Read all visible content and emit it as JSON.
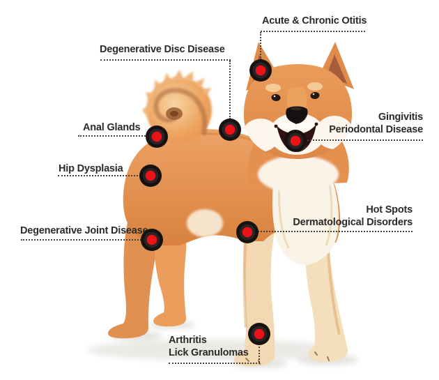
{
  "page": {
    "description": "Infographic of a standing Shiba Inu dog with red target markers indicating common health problems on body parts"
  },
  "style": {
    "label_text_color": "#2b2a29",
    "dotted_line_color": "#44403d",
    "marker_dot_color": "#ec1318",
    "marker_inner_ring_color": "#2c2424",
    "marker_outer_color": "#161210",
    "dog_orange_color": "#e08e4e",
    "dog_cream_color": "#f6e3c4",
    "dog_white_color": "#fbf5ec"
  },
  "callouts": [
    {
      "id": "acute-chronic-otitis",
      "target": "ear",
      "lines": [
        "Acute & Chronic Otitis"
      ]
    },
    {
      "id": "degenerative-disc-disease",
      "target": "spine",
      "lines": [
        "Degenerative Disc Disease"
      ]
    },
    {
      "id": "anal-glands",
      "target": "tail-base",
      "lines": [
        "Anal Glands"
      ]
    },
    {
      "id": "gingivitis-periodontal-disease",
      "target": "mouth",
      "lines": [
        "Gingivitis",
        "Periodontal Disease"
      ]
    },
    {
      "id": "hip-dysplasia",
      "target": "hip",
      "lines": [
        "Hip Dysplasia"
      ]
    },
    {
      "id": "degenerative-joint-disease",
      "target": "stifle",
      "lines": [
        "Degenerative Joint Disease"
      ]
    },
    {
      "id": "hot-spots-dermatological-disorders",
      "target": "flank",
      "lines": [
        "Hot Spots",
        "Dermatological Disorders"
      ]
    },
    {
      "id": "arthritis-lick-granulomas",
      "target": "front-paw",
      "lines": [
        "Arthritis",
        "Lick Granulomas"
      ]
    }
  ]
}
